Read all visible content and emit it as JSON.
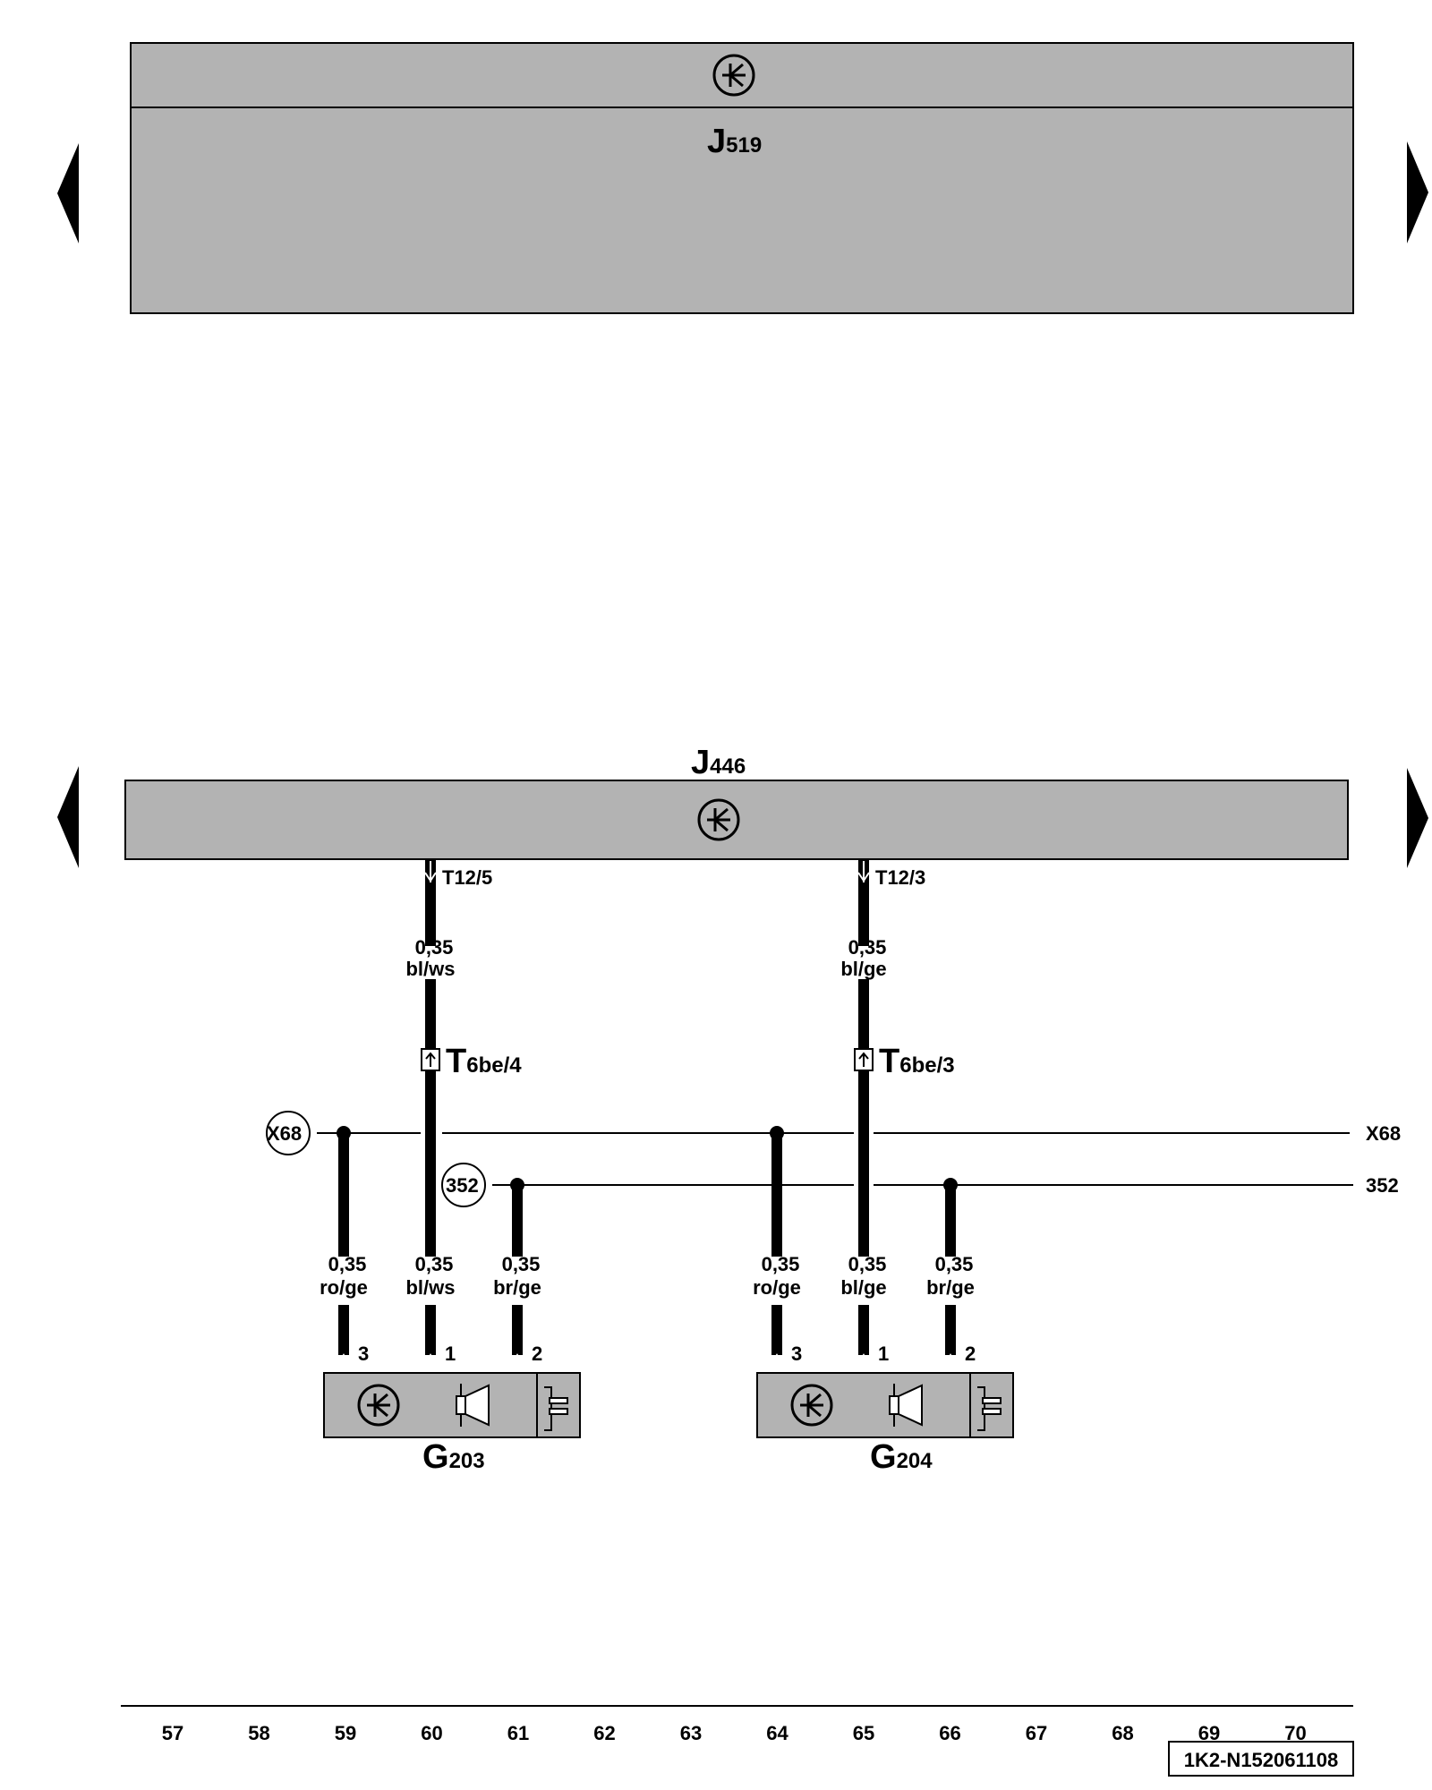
{
  "modules": {
    "j519": {
      "letter": "J",
      "number": "519"
    },
    "j446": {
      "letter": "J",
      "number": "446"
    }
  },
  "connectors": {
    "t12_5": "T12/5",
    "t12_3": "T12/3",
    "t6be_4": {
      "letter": "T",
      "rest": "6be/4"
    },
    "t6be_3": {
      "letter": "T",
      "rest": "6be/3"
    }
  },
  "wires": {
    "upper_left": {
      "gauge": "0,35",
      "color": "bl/ws"
    },
    "upper_right": {
      "gauge": "0,35",
      "color": "bl/ge"
    },
    "g203_a": {
      "gauge": "0,35",
      "color": "ro/ge"
    },
    "g203_b": {
      "gauge": "0,35",
      "color": "bl/ws"
    },
    "g203_c": {
      "gauge": "0,35",
      "color": "br/ge"
    },
    "g204_a": {
      "gauge": "0,35",
      "color": "ro/ge"
    },
    "g204_b": {
      "gauge": "0,35",
      "color": "bl/ge"
    },
    "g204_c": {
      "gauge": "0,35",
      "color": "br/ge"
    }
  },
  "buses": {
    "x68_left": "X68",
    "x68_right": "X68",
    "b352_left": "352",
    "b352_right": "352"
  },
  "pins": {
    "g203": [
      "3",
      "1",
      "2"
    ],
    "g204": [
      "3",
      "1",
      "2"
    ]
  },
  "sensors": {
    "g203": {
      "letter": "G",
      "number": "203"
    },
    "g204": {
      "letter": "G",
      "number": "204"
    }
  },
  "scale": [
    "57",
    "58",
    "59",
    "60",
    "61",
    "62",
    "63",
    "64",
    "65",
    "66",
    "67",
    "68",
    "69",
    "70"
  ],
  "ref_code": "1K2-N152061108",
  "colors": {
    "module_fill": "#b3b3b3",
    "line": "#000000",
    "background": "#ffffff"
  }
}
